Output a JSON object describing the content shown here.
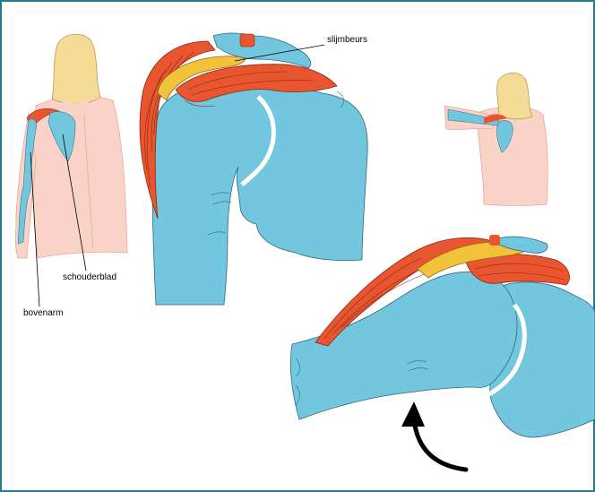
{
  "labels": {
    "bursa": "slijmbeurs",
    "scapula": "schouderblad",
    "upper_arm": "bovenarm"
  },
  "colors": {
    "bone": "#72C6DD",
    "muscle": "#E8552E",
    "muscle_dark": "#C43A20",
    "bursa": "#F2C23A",
    "skin": "#F9D3C8",
    "hair": "#F4DC96",
    "frame": "#1E7E8C",
    "arrow": "#000000"
  },
  "figures": [
    {
      "name": "back-view-figure",
      "description_icon": "person-back-icon"
    },
    {
      "name": "shoulder-detail-arm-down",
      "description_icon": "shoulder-joint-icon"
    },
    {
      "name": "back-view-arm-raised",
      "description_icon": "person-arm-raised-icon"
    },
    {
      "name": "shoulder-detail-arm-raised",
      "description_icon": "shoulder-joint-raised-icon"
    }
  ]
}
